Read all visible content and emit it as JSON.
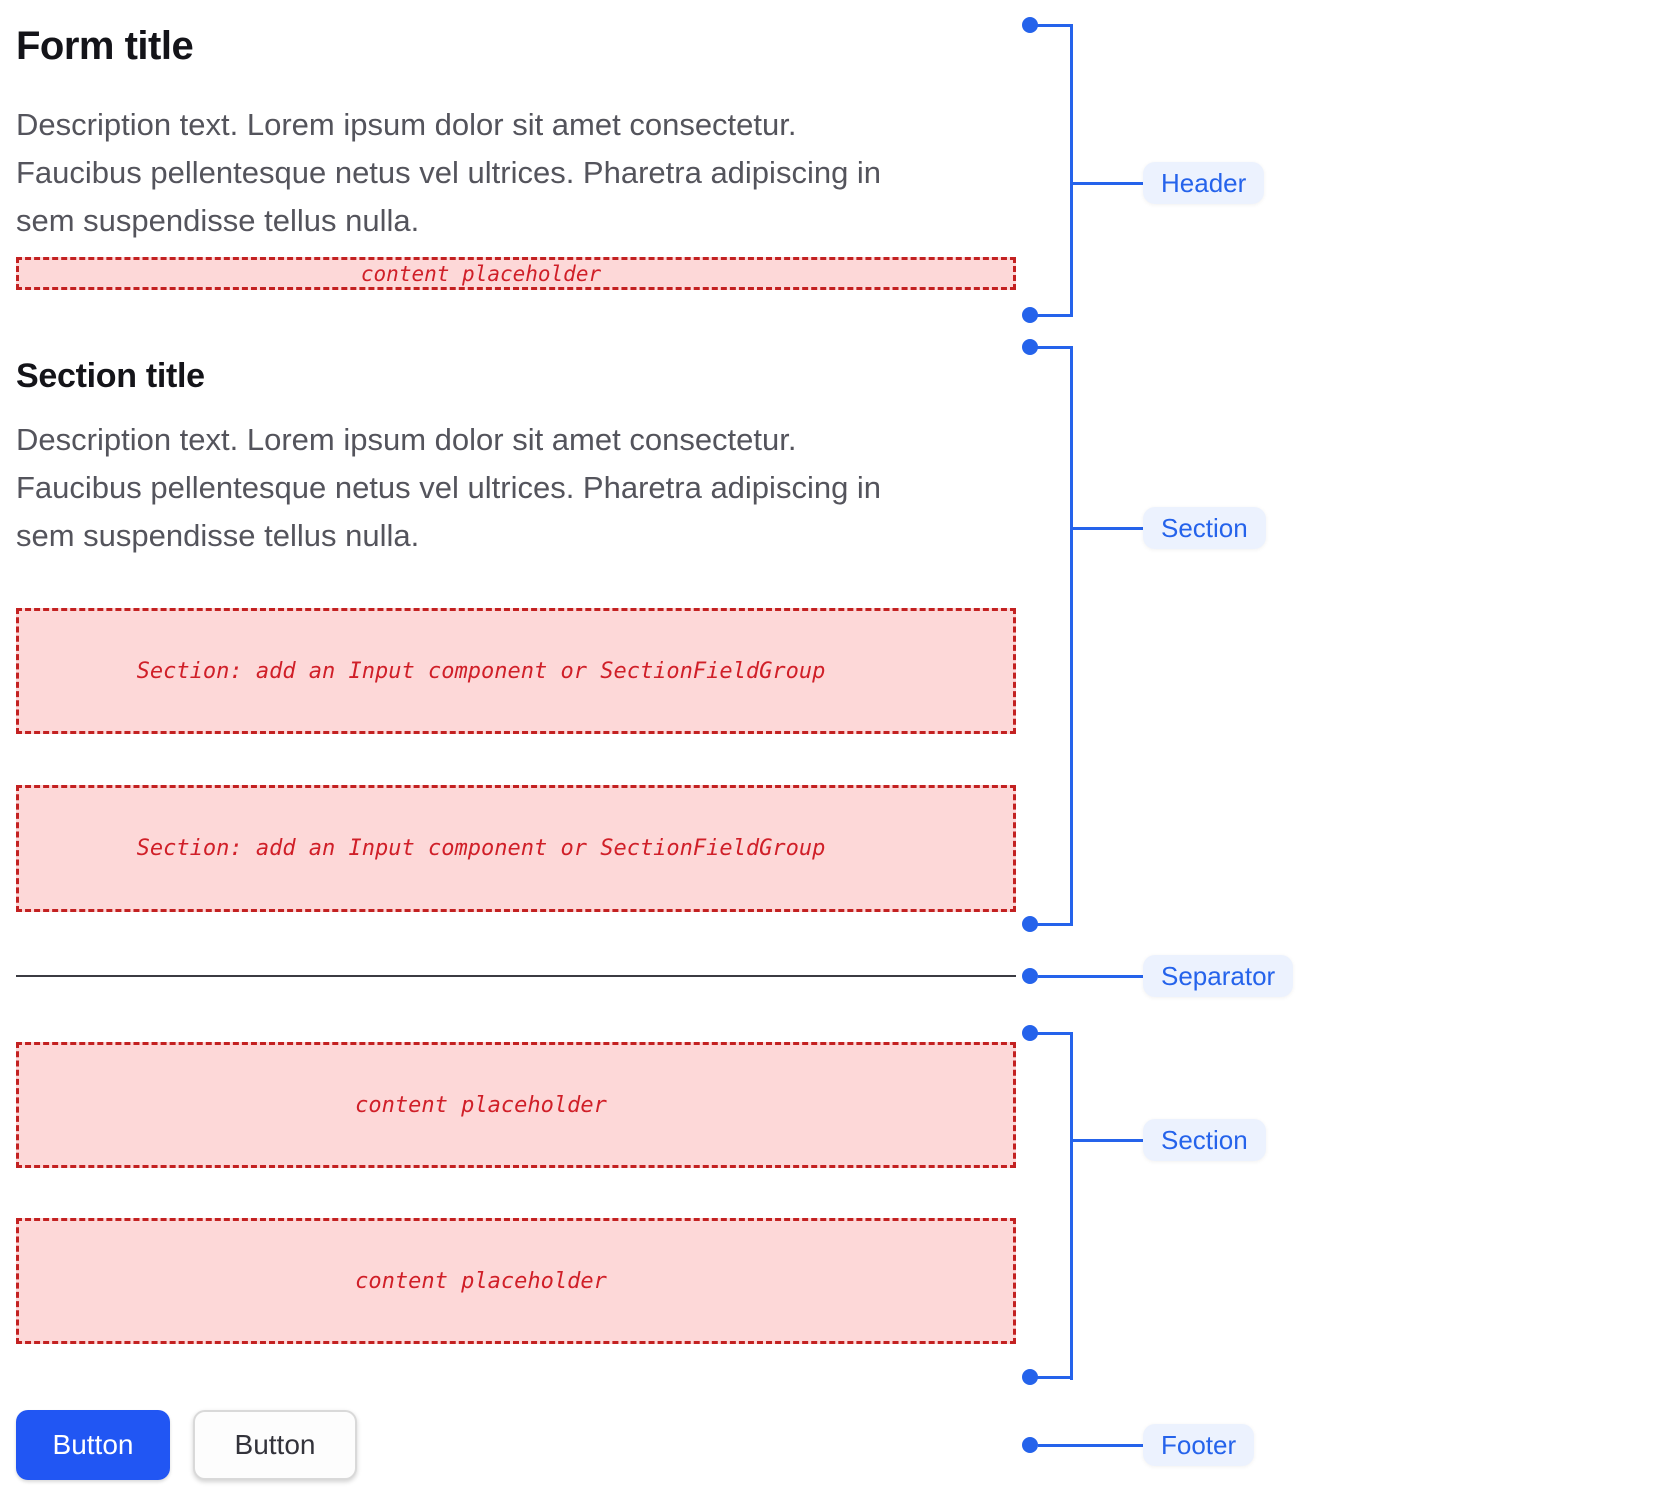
{
  "header": {
    "title": "Form title",
    "description_lines": [
      "Description text. Lorem ipsum dolor sit amet consectetur.",
      "Faucibus pellentesque netus vel ultrices. Pharetra adipiscing in",
      "sem suspendisse tellus nulla."
    ],
    "content_placeholder": "content placeholder"
  },
  "section1": {
    "title": "Section title",
    "description_lines": [
      "Description text. Lorem ipsum dolor sit amet consectetur.",
      "Faucibus pellentesque netus vel ultrices. Pharetra adipiscing in",
      "sem suspendisse tellus nulla."
    ],
    "field_placeholders": [
      "Section: add an Input component or SectionFieldGroup",
      "Section: add an Input component or SectionFieldGroup"
    ]
  },
  "section2": {
    "content_placeholders": [
      "content placeholder",
      "content placeholder"
    ]
  },
  "footer": {
    "primary_button_label": "Button",
    "secondary_button_label": "Button"
  },
  "annotations": {
    "header_label": "Header",
    "section1_label": "Section",
    "separator_label": "Separator",
    "section2_label": "Section",
    "footer_label": "Footer"
  },
  "colors": {
    "annotation_blue": "#2563eb",
    "button_blue": "#2156f3",
    "label_bg": "#ecf2fe",
    "placeholder_red": "#d01f28",
    "placeholder_bg": "#fdd8d8",
    "placeholder_border": "#c32121",
    "separator_color": "#3b3b42",
    "title_color": "#141419",
    "description_color": "#54545c"
  }
}
